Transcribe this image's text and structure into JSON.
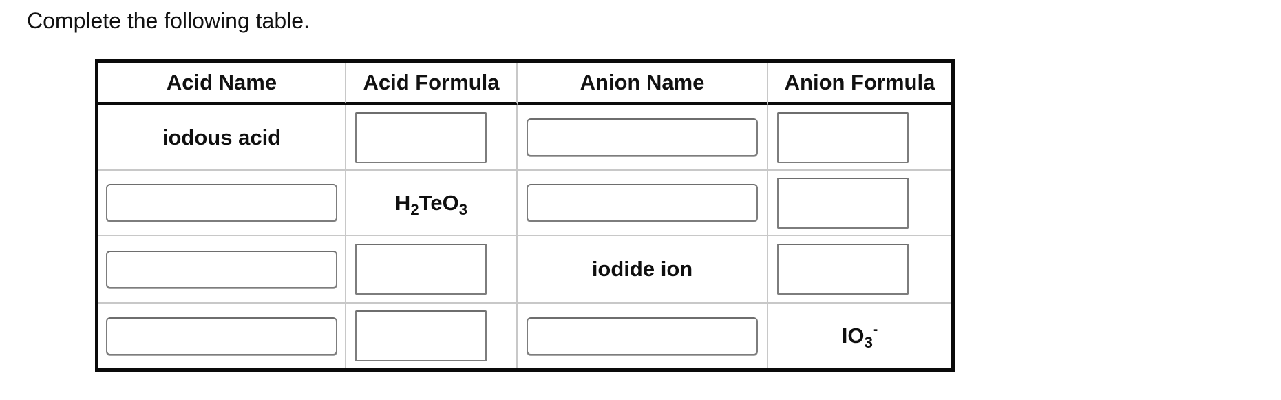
{
  "title": "Complete the following table.",
  "colors": {
    "table_border": "#0a0a0a",
    "grid_line": "#c8c8c8",
    "input_border": "#7d7d7d",
    "background": "#ffffff",
    "text": "#0f0f0f"
  },
  "table": {
    "headers": [
      "Acid Name",
      "Acid Formula",
      "Anion Name",
      "Anion Formula"
    ],
    "rows": [
      {
        "cells": [
          {
            "type": "text",
            "value": "iodous acid"
          },
          {
            "type": "input",
            "value": "",
            "placeholder": ""
          },
          {
            "type": "input",
            "value": "",
            "placeholder": ""
          },
          {
            "type": "input",
            "value": "",
            "placeholder": ""
          }
        ]
      },
      {
        "cells": [
          {
            "type": "input",
            "value": "",
            "placeholder": ""
          },
          {
            "type": "formula",
            "value": "H2TeO3",
            "base1": "H",
            "sub1": "2",
            "base2": "TeO",
            "sub2": "3"
          },
          {
            "type": "input",
            "value": "",
            "placeholder": ""
          },
          {
            "type": "input",
            "value": "",
            "placeholder": ""
          }
        ]
      },
      {
        "cells": [
          {
            "type": "input",
            "value": "",
            "placeholder": ""
          },
          {
            "type": "input",
            "value": "",
            "placeholder": ""
          },
          {
            "type": "text",
            "value": "iodide ion"
          },
          {
            "type": "input",
            "value": "",
            "placeholder": ""
          }
        ]
      },
      {
        "cells": [
          {
            "type": "input",
            "value": "",
            "placeholder": ""
          },
          {
            "type": "input",
            "value": "",
            "placeholder": ""
          },
          {
            "type": "input",
            "value": "",
            "placeholder": ""
          },
          {
            "type": "formula",
            "value": "IO3-",
            "base1": "IO",
            "sub1": "3",
            "sup1": "-"
          }
        ]
      }
    ]
  }
}
